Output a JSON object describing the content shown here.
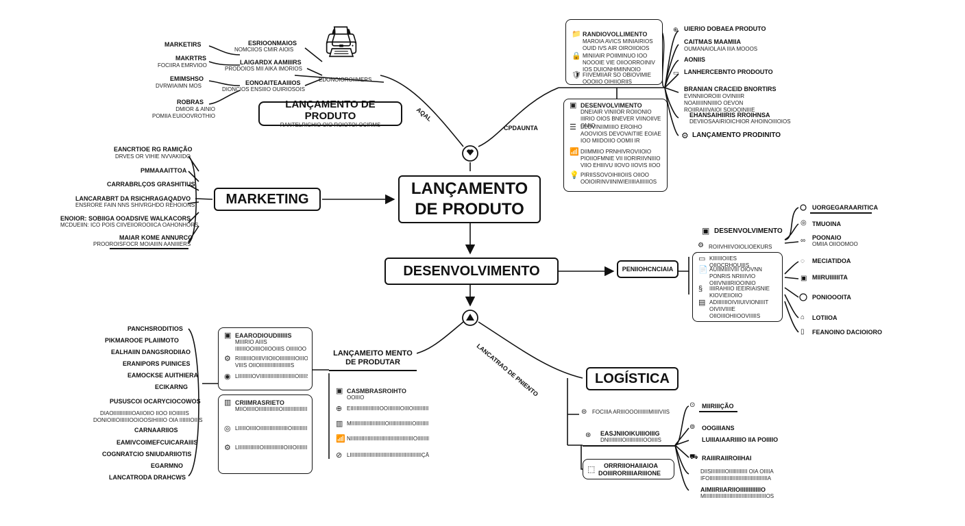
{
  "central": {
    "title_line1": "LANÇAMENTO",
    "title_line2": "DE PRODUTO"
  },
  "top_left": {
    "title": "LANÇAMENTO DE PRODUTO",
    "subtitle": "RANTELRICHIO OIO ROIOTOI OCIRMS",
    "link_label": "AQAL",
    "header_label": "EDONOIOROIIMERS",
    "items_left": [
      {
        "title": "MARKETIRS",
        "sub": ""
      },
      {
        "title": "MAKRTRS",
        "sub": "FOCIIRA EMRVIOO"
      },
      {
        "title": "EMIMSHSO",
        "sub": "DVRWIAIMN MOS"
      },
      {
        "title": "ROBRAS",
        "sub": "DMIOR & AINIO\nPOMIIA EUIOOVROTHIO"
      }
    ],
    "items_right": [
      {
        "title": "ESRIOONMAIOS",
        "sub": "NOMCIIOS CMIR AIOIS"
      },
      {
        "title": "LAIGARDX AAMIIIRS",
        "sub": "PRODOIOS MII AIKA IMORIOS"
      },
      {
        "title": "EONOAITEAAIIIOS",
        "sub": "DIONCIOS ENSIIIO OUIRIOSOIS"
      }
    ]
  },
  "marketing": {
    "title": "MARKETING",
    "items": [
      {
        "title": "EANCRTIOE RG RAMIÇÃO",
        "sub": "DRVES OR VIHIE NVVAKIIDO"
      },
      {
        "title": "PMMAAAITTOA",
        "sub": ""
      },
      {
        "title": "CARRABRLÇOS GRASHITIUS",
        "sub": ""
      },
      {
        "title": "LANCARABRT DA RSICHRAGAQADVO",
        "sub": "ENSRORE FAIN NNS SHIVRGHDO REHOIONS"
      },
      {
        "title": "ENOIOR: SOBIIGA OOADSIVE WALKACORS",
        "sub": "MCDUEIIN: ICO POIS CIIVEIIOROOIICA OAHONHORS"
      },
      {
        "title": "MAIAR KOME ANNURCO",
        "sub": "PROOROISFOCR MOIAIIIN AANIIIERS"
      }
    ]
  },
  "top_right": {
    "link_label": "CPDAUNTA",
    "card1": [
      {
        "icon": "📁",
        "title": "RANDIOVOLLIMENTO",
        "text": "MAROIA AVICS MINIAIRIOS OUID IVS AIR OIROIIOIOS"
      },
      {
        "icon": "🔒",
        "title": "",
        "text": "MINIIAIR POIIMINUO IOO NOOOIE VIE OIIOORROINIV IOS DUIONHIMINNOIO"
      },
      {
        "icon": "🛡",
        "title": "",
        "text": "FIIVEMIIAR SO OBIOVIMIE OOOIIO OIHIIORIIS"
      }
    ],
    "card2": [
      {
        "icon": "▣",
        "title": "DESENVOLVIMENTO",
        "text": "DNEIAIR VINIIOR ROIIONIO IIIRIO OIOS BNEVER VIINOIIVE OMIO"
      },
      {
        "icon": "☰",
        "title": "",
        "text": "DLOVINIIMIIIIO EROIHO AOOVIOIS DEVOVAITIIE EOIAE IOO MIIDOIIO OOMII IR ONNIIVIIO HINIVIHIS ONUOS ORIVOOMMIS"
      },
      {
        "icon": "📶",
        "title": "",
        "text": "DIIMMIIO PRNHIVROVIIOIO PIOIIOFMNIE VII IIORIRIIVNIIIO VIIO EHIIIVU IIOVO IIOVIS IIOO OOIVNO ANOIIIIS"
      },
      {
        "icon": "💡",
        "title": "",
        "text": "PIRIISSOVOIHIIOIIS OIIOO OOIOIRINVIINIWIEIIIIIAIIIIIIOS"
      }
    ],
    "items": [
      {
        "title": "UIERIO DOBAEA PRODUTO",
        "sub": ""
      },
      {
        "title": "CAITMAS MAAMIIA",
        "sub": "OUMANAIOLAIA IIIA MOOOS"
      },
      {
        "title": "AONIIS",
        "sub": ""
      },
      {
        "title": "LANHERCEBNTO PRODOUTO",
        "sub": ""
      },
      {
        "title": "BRANIAN CRACEID BNORTIRS",
        "sub": "EVINNIIOROIII OVINIIIR NOAIIIIINNIIIIO OEVON ROIIRAIIIVAIOI SOIOOINIIIE OOOOIIOIS OIIVIIIIIIAIOIO"
      },
      {
        "title": "EHANSAIHIIRIS RROIHNSA",
        "sub": "DEVIIOSAAIRIOICHIOR AHOINOIIIOIOS"
      },
      {
        "title": "LANÇAMENTO PRODINITO",
        "sub": ""
      }
    ]
  },
  "desenv": {
    "title": "DESENVOLVIMENTO",
    "branch": "PENIIOHCNCIAIA",
    "header": "DESENVOLVIMENTO",
    "sub_header": "ROIIVHIIVOIOLIOEKURS",
    "card": [
      {
        "icon": "▭",
        "text": "KIIIIIIOIIES OIIOCRHOUIIIS"
      },
      {
        "icon": "📄",
        "text": "AUIIMIIIIVIII OIOVNN PONRIS NRIIIIVIO OIIIVNIIIRIOOINIO"
      },
      {
        "icon": "§",
        "text": "IIIIRAHIIO IEEIRIAISNIE KIOVIEIIOIIO"
      },
      {
        "icon": "▤",
        "text": "ADIIIIIIIOIVIIUIVIONIIIIT OIVIIVIIIIE OIIOIIIOHIIOOVIIIIIS OINIIIOIVOIIIOIHIIIIIIIIHIIOIIIIIIUS"
      }
    ],
    "items": [
      {
        "title": "UORGEGARAARITICA",
        "sub": ""
      },
      {
        "title": "TMUOINA",
        "sub": ""
      },
      {
        "title": "POONAIO",
        "sub": "OMIIA OIIOOMOO"
      },
      {
        "title": "MECIATIDOA",
        "sub": ""
      },
      {
        "title": "MIIRUIIIIIITA",
        "sub": ""
      },
      {
        "title": "PONIOOOITA",
        "sub": ""
      },
      {
        "title": "LOTIIOA",
        "sub": ""
      },
      {
        "title": "FEANOINO DACIOIORO",
        "sub": ""
      }
    ]
  },
  "bottom_left": {
    "title_line1": "LANÇAMEITO MENTO",
    "title_line2": "DE PRODUTAR",
    "link_label": "LANCATRAO DE PNIENTO",
    "items": [
      {
        "title": "PANCHSRODITIOS",
        "sub": ""
      },
      {
        "title": "PIKMAROOE PLAIIMOTO",
        "sub": ""
      },
      {
        "title": "EALHAIIN DANGSRODIIAO",
        "sub": ""
      },
      {
        "title": "ERANIPORS PUINICES",
        "sub": ""
      },
      {
        "title": "EAMOCKSE AUITHIERA",
        "sub": ""
      },
      {
        "title": "ECIKARNG",
        "sub": ""
      },
      {
        "title": "PUSUSCOI OCARYCIOCOWOS",
        "sub": ""
      },
      {
        "title": "DIAOIIIIIIIIIIIIOAIIOIIO IIOO IIOIIIIIIS",
        "sub": "DONIOIIIOIIIIIIOOIOOSIHIIIIO OIA IIIIIIIOIIIS"
      },
      {
        "title": "CARNAARIIOS",
        "sub": ""
      },
      {
        "title": "EAMIVCOIMEFCUICARAIIIS",
        "sub": ""
      },
      {
        "title": "COGNRATCIO SNIUDARIIOTIS",
        "sub": ""
      },
      {
        "title": "EGARMNO",
        "sub": ""
      },
      {
        "title": "LANCATRODA DRAHCWS",
        "sub": ""
      }
    ],
    "card1": [
      {
        "icon": "▣",
        "title": "EAARODIOUDIIIIIIS",
        "text": "MIIIRIO AIIIS IIIIIIIOOIIIIOIIOOIIIS OIIIIIOO OIIIIIIIIOIIIIIIIIIIIIIOIIIIIS"
      },
      {
        "icon": "⚙",
        "title": "",
        "text": "RIIIIIIIIOIIIIVIIOIIOIIIIIIIIIIOIIIOIIIIIIO VIIIS OIIOIIIIIIIIIIIIIIIIIIIIS"
      },
      {
        "icon": "◉",
        "title": "",
        "text": "LIIIIIIIIIOVIIIIIIIIIIIIIIIIIIIIIIIOIIIIIS"
      }
    ],
    "card2": [
      {
        "icon": "▥",
        "title": "CRIIMRASRIETO",
        "text": "MIIOIIIIIOIIIIIIIIIIIIIOIIIIIIIIIIIIIIIIIIIIOOIIIIOIIIIIIS"
      },
      {
        "icon": "◎",
        "title": "",
        "text": "LIIIIIOIIIIOIIIIIIIIIIIIIIIIIIOIIIIIIIIIIIIIIIIOIIIIIIIOIIIIIIIIIS"
      },
      {
        "icon": "⚙",
        "title": "",
        "text": "LIIIIIIIIIIIIIIOIIIIIIIIIIIIIOIIIOIIIIIIIIIIIIIIIIIIIIIIIIIIIIIIIIIIIIS"
      }
    ],
    "card3": [
      {
        "icon": "▣",
        "title": "CASMBRASROIHTO",
        "text": "OOIIIO VIRIIIAIIIIIIIIIIIIOIIIIIIIIIIIOIIIS"
      },
      {
        "icon": "⊕",
        "title": "",
        "text": "EIIIIIIIIIIIIIIIIIIIOOIIIIIIIIOIIIOIIIIIIIIIIIIIIIIIOIIIIIIIS"
      },
      {
        "icon": "▥",
        "title": "",
        "text": "MIIIIIIIIIIIIIIIIIIIIIIOIIIIIIIIIIIIIIIOIIIIIIIIIIIIIIIIIIIIIIS"
      },
      {
        "icon": "📶",
        "title": "",
        "text": "NIIIIIIIIIIIIIIIIIIIIIIIIIIIIIIIIIIIIIIIIIOIIIIIIIIIIIIIIIIIIIS"
      },
      {
        "icon": "⊘",
        "title": "",
        "text": "LIIIIIIIIIIIIIIIIIIIIIIIIIIIIIIIIIIIIIIIIIIIIIIIÇÃO"
      }
    ]
  },
  "logistica": {
    "title": "LOGÍSTICA",
    "branch1": "FOCIIIA ARIIIOOOIIIIIIIMIIIIVIIS",
    "branch2_title": "EASJNIIOIKUIIIOIIIG",
    "branch2_sub": "DNIIIIIIIIIOIIIIIIIIIIIOOIIIIS",
    "branch3_line1": "ORRRIIOHAIIAIOA",
    "branch3_line2": "DOIIIRORIIIIARIIIONE",
    "items": [
      {
        "title": "MIIRIIIÇÃO",
        "sub": ""
      },
      {
        "title": "OOGIIIANS",
        "sub": ""
      },
      {
        "title": "LUIIIAIAARIIIIO IIA POIIIIO",
        "sub": ""
      },
      {
        "title": "RAIIIRAIIROIIHAI",
        "sub": ""
      },
      {
        "title": "DIISIIIIIIIIIOIIIIIIIIIIII OIA OIIIIA",
        "sub": "IFOIIIIIIIIIIIIIIIIIIIIIIIIIIIIIIIIIIIIIIA"
      },
      {
        "title": "AIMIIRIIARIIOIIIIIIIIIIIIO",
        "sub": "MIIIIIIIIIIIIIIIIIIIIIIIIIIIIIIIIIIIIIIIIOS"
      }
    ]
  }
}
